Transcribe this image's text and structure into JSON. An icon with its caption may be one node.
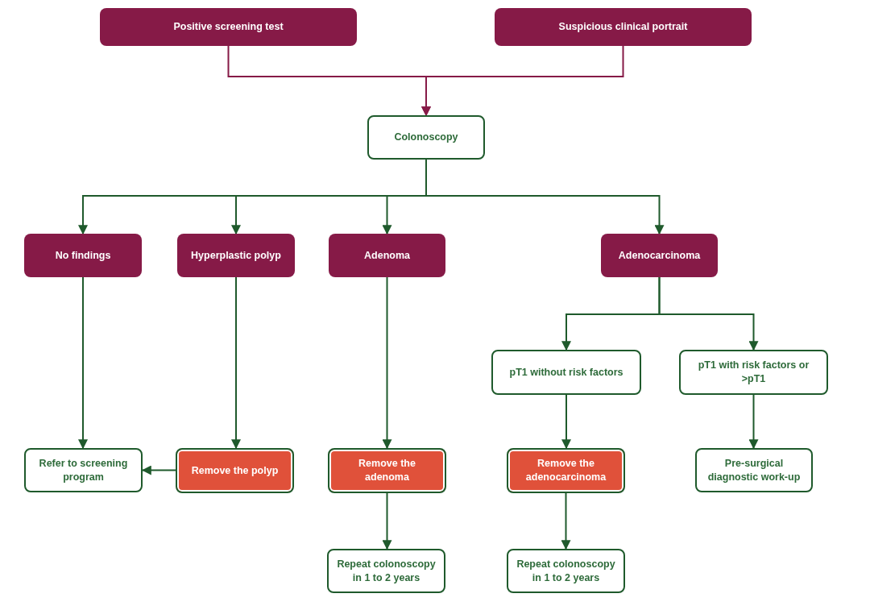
{
  "diagram": {
    "nodes": [
      {
        "text": [
          "Positive screening test"
        ]
      },
      {
        "text": [
          "Suspicious clinical portrait"
        ]
      },
      {
        "text": [
          "Colonoscopy"
        ]
      },
      {
        "text": [
          "No findings"
        ]
      },
      {
        "text": [
          "Hyperplastic polyp"
        ]
      },
      {
        "text": [
          "Adenoma"
        ]
      },
      {
        "text": [
          "Adenocarcinoma"
        ]
      },
      {
        "text": [
          "Refer to screening program"
        ]
      },
      {
        "text": [
          "Remove the polyp"
        ]
      },
      {
        "text": [
          "Remove the adenoma"
        ]
      },
      {
        "text": [
          "Repeat colonoscopy in 1 to 2 years"
        ]
      },
      {
        "text": [
          "pT1 without risk factors"
        ]
      },
      {
        "text": [
          "pT1 with risk factors or >pT1"
        ]
      },
      {
        "text": [
          "Remove the adenocarcinoma"
        ]
      },
      {
        "text": [
          "Repeat colonoscopy in 1 to 2 years"
        ]
      },
      {
        "text": [
          "Pre-surgical diagnostic work-up"
        ]
      }
    ],
    "edges": [
      {
        "from": 0,
        "to": 2,
        "arrow": "to",
        "color": "#861a47"
      },
      {
        "from": 1,
        "to": 2,
        "arrow": "to",
        "color": "#861a47"
      },
      {
        "from": 2,
        "to": 3,
        "arrow": "to"
      },
      {
        "from": 2,
        "to": 4,
        "arrow": "to"
      },
      {
        "from": 2,
        "to": 5,
        "arrow": "to"
      },
      {
        "from": 2,
        "to": 6,
        "arrow": "to"
      },
      {
        "from": 3,
        "to": 7,
        "arrow": "to"
      },
      {
        "from": 4,
        "to": 8,
        "arrow": "to"
      },
      {
        "from": 8,
        "to": 7,
        "arrow": "to"
      },
      {
        "from": 5,
        "to": 9,
        "arrow": "to"
      },
      {
        "from": 9,
        "to": 10,
        "arrow": "to"
      },
      {
        "from": 6,
        "to": 11,
        "arrow": "to"
      },
      {
        "from": 6,
        "to": 12,
        "arrow": "to"
      },
      {
        "from": 11,
        "to": 13,
        "arrow": "to"
      },
      {
        "from": 13,
        "to": 14,
        "arrow": "to"
      },
      {
        "from": 12,
        "to": 15,
        "arrow": "to"
      }
    ]
  }
}
